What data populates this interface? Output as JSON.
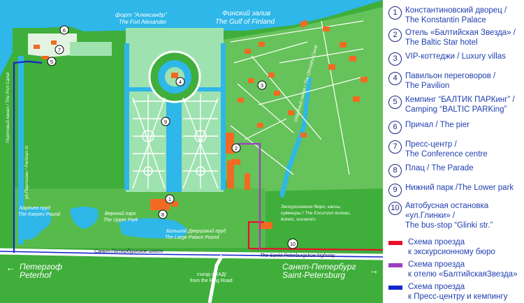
{
  "labels": {
    "fort_ru": "форт “Александр”",
    "fort_en": "The Fort Alexander",
    "gulf_ru": "Финский залив",
    "gulf_en": "The Gulf of Finland",
    "port_canal": "Портовый канал / The Port Canal",
    "partizan": "ул.Партизан / Partizan st.",
    "obvodny": "Обводный канал / The Obvodny Canal",
    "karpiev_ru": "Карпиев пруд",
    "karpiev_en": "The Karpiev Pound",
    "upper_ru": "Верхний парк",
    "upper_en": "The Upper Park",
    "palace_pond_ru": "Большой Дворцовый пруд",
    "palace_pond_en": "The Large Palace Pound",
    "excursion_ru1": "Экскурсионное бюро, кассы,",
    "excursion_ru2": "сувениры / The Excursion bureau,",
    "excursion_en": "tickets, souvenirs",
    "highway_ru": "Санкт-Петербургское шоссе",
    "highway_en": "The Sankt-Peterburgskoe highway",
    "peterhof_ru": "Петергоф",
    "peterhof_en": "Peterhof",
    "spb_ru": "Санкт-Петербург",
    "spb_en": "Saint-Petersburg",
    "ring_ru": "съезд с КАД/",
    "ring_en": "from the Ring Road",
    "arrow_left": "←",
    "arrow_right": "→"
  },
  "markers": [
    "1",
    "2",
    "3",
    "4",
    "5",
    "6",
    "7",
    "8",
    "9",
    "10"
  ],
  "legend": [
    {
      "num": "1",
      "line1": "Константиновский дворец /",
      "line2": "The Konstantin Palace"
    },
    {
      "num": "2",
      "line1": "Отель «Балтийская Звезда» /",
      "line2": "The Baltic Star hotel"
    },
    {
      "num": "3",
      "line1": "VIP-коттеджи / Luxury villas",
      "line2": ""
    },
    {
      "num": "4",
      "line1": "Павильон переговоров /",
      "line2": "The Pavilion"
    },
    {
      "num": "5",
      "line1": "Кемпинг “БАЛТИК ПАРКинг” /",
      "line2": "Camping “BALTIC PARKing”"
    },
    {
      "num": "6",
      "line1": "Причал / The pier",
      "line2": ""
    },
    {
      "num": "7",
      "line1": "Пресс-центр /",
      "line2": "The Conference centre"
    },
    {
      "num": "8",
      "line1": "Плац / The Parade",
      "line2": ""
    },
    {
      "num": "9",
      "line1": "Нижний парк /The Lower park",
      "line2": ""
    },
    {
      "num": "10",
      "line1": "Автобусная остановка",
      "line2": "«ул.Глинки» /",
      "line3": "The bus-stop “Glinki str.”"
    }
  ],
  "routes": [
    {
      "color": "#e8102a",
      "line1": "Схема проезда",
      "line2": "к экскурсионному бюро"
    },
    {
      "color": "#9c3fc0",
      "line1": "Схема проезда",
      "line2": "к отелю «БалтийскаяЗвезда»"
    },
    {
      "color": "#1428c8",
      "line1": "Схема проезда",
      "line2": "к Пресс-центру и кемпингу"
    }
  ],
  "colors": {
    "water": "#2eb7e8",
    "park": "#3fae3a",
    "park_light": "#66c25a",
    "garden": "#9ee2b0",
    "building": "#f26a22",
    "route_red": "#e8102a",
    "route_purple": "#9c3fc0",
    "route_blue": "#1428c8",
    "text_blue": "#1f3fb0"
  }
}
